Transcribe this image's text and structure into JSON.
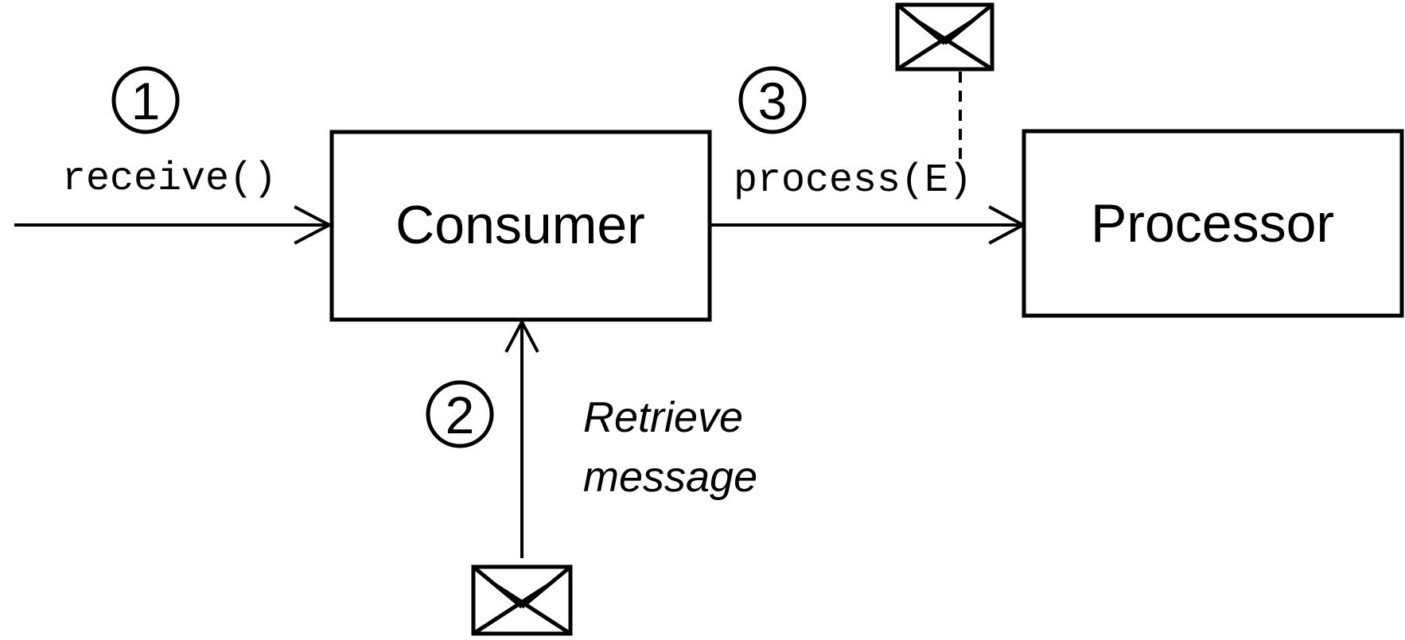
{
  "colors": {
    "ink": "#000000",
    "background": "#ffffff"
  },
  "nodes": {
    "consumer": {
      "label": "Consumer"
    },
    "processor": {
      "label": "Processor"
    }
  },
  "steps": {
    "one": {
      "badge": "1",
      "label": "receive()"
    },
    "two": {
      "badge": "2",
      "note_line1": "Retrieve",
      "note_line2": "message"
    },
    "three": {
      "badge": "3",
      "label": "process(E)"
    }
  },
  "icons": {
    "top_envelope": "message-envelope",
    "bottom_envelope": "message-envelope"
  }
}
